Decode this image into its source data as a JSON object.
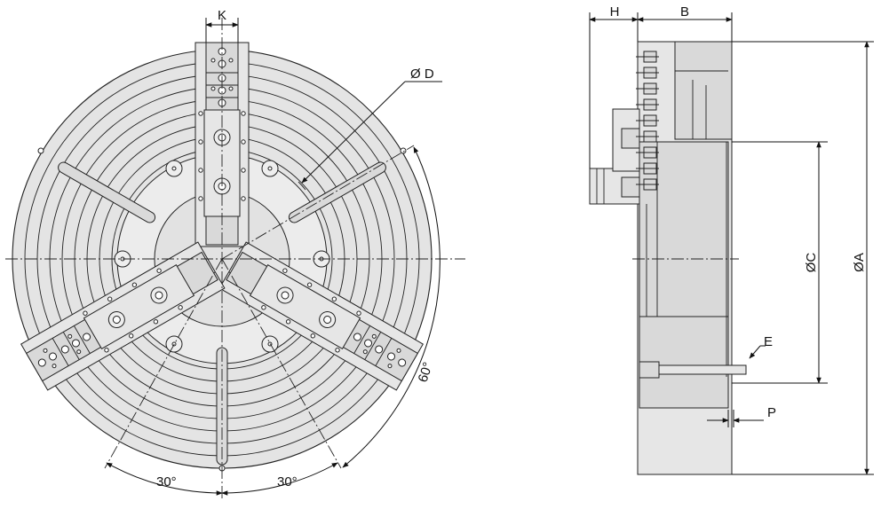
{
  "front_view": {
    "labels": {
      "k": "K",
      "d": "Ø D",
      "angle_60": "60°",
      "angle_30_left": "30°",
      "angle_30_right": "30°"
    }
  },
  "side_view": {
    "labels": {
      "h": "H",
      "b": "B",
      "c": "ØC",
      "a": "ØA",
      "e": "E",
      "p": "P"
    }
  },
  "colors": {
    "body_fill": "#e4e4e4",
    "line": "#222222"
  }
}
